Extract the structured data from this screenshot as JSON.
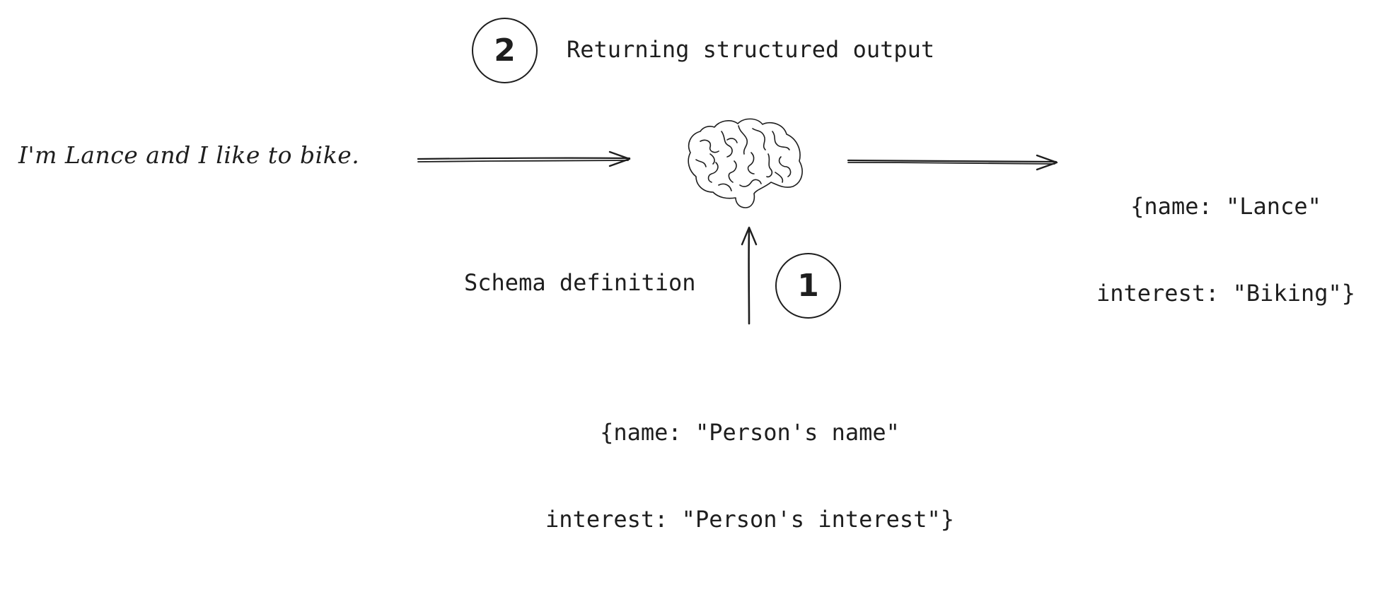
{
  "steps": {
    "step2": {
      "number": "2",
      "label": "Returning structured output"
    },
    "step1": {
      "number": "1",
      "label": "Schema definition"
    }
  },
  "input_text": "I'm Lance and I like to bike.",
  "output": {
    "line1": "{name: \"Lance\"",
    "line2": "interest: \"Biking\"}"
  },
  "schema": {
    "line1": "{name: \"Person's name\"",
    "line2": "interest: \"Person's interest\"}"
  },
  "icons": {
    "model": "brain-icon"
  }
}
